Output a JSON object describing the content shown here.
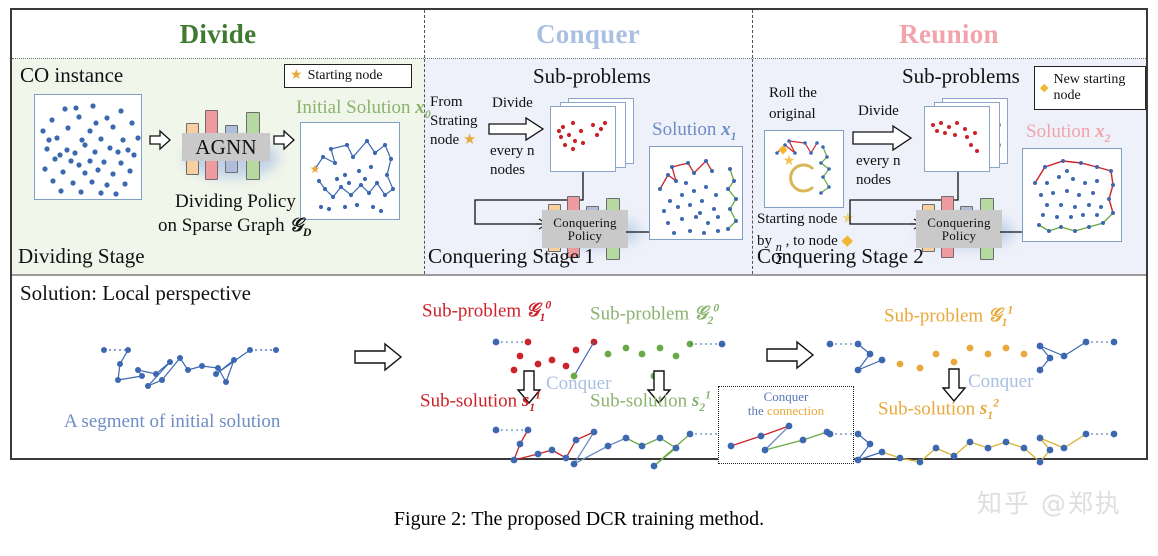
{
  "figure": {
    "caption": "Figure 2: The proposed DCR training method.",
    "watermark": "知乎 @郑执"
  },
  "colors": {
    "divide": "#3f7a30",
    "conquer": "#a9c0e0",
    "reunion": "#f2a3ab",
    "red": "#cc2229",
    "green": "#6aaa46",
    "orange": "#e8a93a",
    "blue_node": "#3b68b0",
    "blue_text": "#5878b4",
    "panel_border": "#7f9fc4",
    "divide_bg": "#f1f6ea",
    "conquer_bg": "#eef1f9"
  },
  "header": {
    "columns": [
      {
        "label": "Divide"
      },
      {
        "label": "Conquer"
      },
      {
        "label": "Reunion"
      }
    ]
  },
  "divide_stage": {
    "instance_label": "CO instance",
    "legend": {
      "glyph": "★",
      "label": "Starting node"
    },
    "module_label": "AGNN",
    "policy_line1": "Dividing Policy",
    "policy_line2_pre": "on Sparse Graph",
    "policy_line2_sym": "𝒢",
    "policy_line2_sub": "D",
    "solution_label_pre": "Initial Solution",
    "solution_label_sym": "x",
    "solution_label_sub": "0",
    "stage_name": "Dividing Stage"
  },
  "conquer_stage": {
    "from_line1": "From",
    "from_line2": "Strating",
    "from_line3": "node",
    "from_glyph": "★",
    "divide_line1": "Divide",
    "divide_line2": "every n",
    "divide_line3": "nodes",
    "subproblems_label": "Sub-problems",
    "policy_line1": "Conquering",
    "policy_line2": "Policy",
    "solution_label_pre": "Solution",
    "solution_label_sym": "x",
    "solution_label_sub": "1",
    "stage_name": "Conquering Stage 1"
  },
  "reunion_stage": {
    "roll_line1": "Roll the",
    "roll_line2": "original",
    "start_line": "Starting node",
    "start_glyph": "★",
    "by_pre": "by",
    "by_num": "n",
    "by_den": "2",
    "by_post": ", to node",
    "by_glyph": "◆",
    "divide_line1": "Divide",
    "divide_line2": "every n",
    "divide_line3": "nodes",
    "subproblems_label": "Sub-problems",
    "legend": {
      "glyph": "◆",
      "line1": "New starting",
      "line2": "node"
    },
    "policy_line1": "Conquering",
    "policy_line2": "Policy",
    "solution_label_pre": "Solution",
    "solution_label_sym": "x",
    "solution_label_sub": "2",
    "stage_name": "Conquering Stage 2"
  },
  "bottom_row": {
    "title": "Solution: Local perspective",
    "segment_caption": "A segment of initial solution",
    "group1": {
      "subproblem_pre": "Sub-problem",
      "subproblem_sym": "𝒢",
      "subproblem_sub": "1",
      "subproblem_sup": "0",
      "subsolution_pre": "Sub-solution",
      "subsolution_sym": "s",
      "subsolution_sub": "1",
      "subsolution_sup": "1"
    },
    "group2": {
      "subproblem_pre": "Sub-problem",
      "subproblem_sym": "𝒢",
      "subproblem_sub": "2",
      "subproblem_sup": "0",
      "subsolution_pre": "Sub-solution",
      "subsolution_sym": "s",
      "subsolution_sub": "2",
      "subsolution_sup": "1"
    },
    "group3": {
      "subproblem_pre": "Sub-problem",
      "subproblem_sym": "𝒢",
      "subproblem_sub": "1",
      "subproblem_sup": "1",
      "subsolution_pre": "Sub-solution",
      "subsolution_sym": "s",
      "subsolution_sub": "1",
      "subsolution_sup": "2"
    },
    "conquer_label_1": "Conquer",
    "conquer_label_2": "Conquer",
    "connection_box": {
      "line1": "Conquer",
      "line2_pre": "the",
      "line2_hl": "connection"
    }
  },
  "chart_data": {
    "type": "scatter",
    "title": "The proposed DCR training method",
    "panels": [
      {
        "name": "co-instance",
        "points": 74,
        "color": "#3b68b0",
        "edges": 0
      },
      {
        "name": "initial-solution-x0",
        "points": 60,
        "color": "#3b68b0",
        "edges": 59
      },
      {
        "name": "subproblem-stack-stage1",
        "points": 22,
        "color": "#cc2229"
      },
      {
        "name": "solution-x1",
        "points": 60,
        "color": "#3b68b0"
      },
      {
        "name": "rolled-original",
        "points": 30,
        "color": "#cc2229"
      },
      {
        "name": "subproblem-stack-stage2",
        "points": 20,
        "color": "#cc2229"
      },
      {
        "name": "solution-x2",
        "points": 60,
        "color": "#3b68b0"
      }
    ]
  }
}
